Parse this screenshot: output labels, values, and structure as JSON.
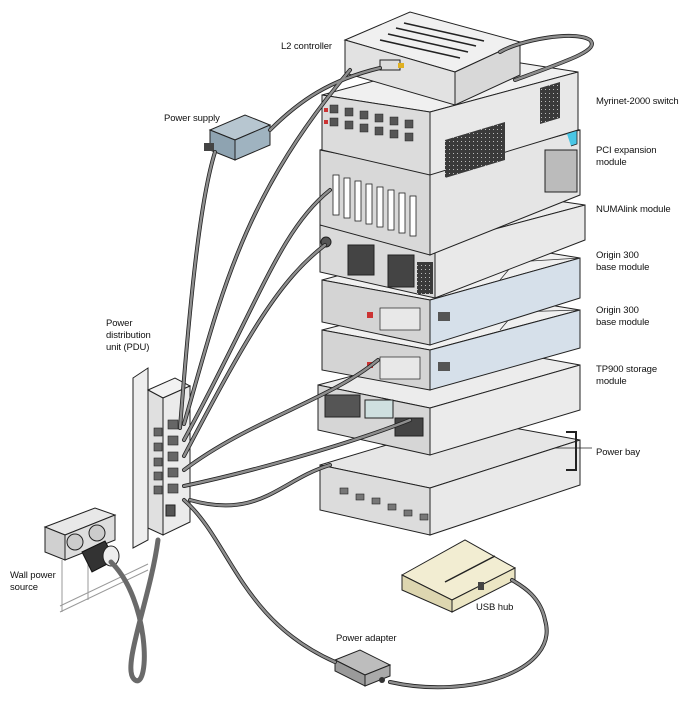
{
  "diagram": {
    "type": "hardware cabling illustration",
    "colors": {
      "chassis_light": "#eeeeee",
      "chassis_mid": "#cfcfcf",
      "chassis_dark": "#9a9a9a",
      "blue_panel": "#d6e0ea",
      "power_supply": "#9fb3c0",
      "usb_hub": "#ece6c4",
      "cable": "#8e8e8e",
      "accent_cyan": "#49c6e5",
      "accent_red": "#cc3333"
    }
  },
  "labels": {
    "l2_controller": "L2 controller",
    "power_supply": "Power supply",
    "myrinet_switch": "Myrinet-2000 switch",
    "pci_expansion": "PCI expansion\nmodule",
    "numalink": "NUMAlink module",
    "origin300_a": "Origin 300\nbase module",
    "origin300_b": "Origin 300\nbase module",
    "tp900": "TP900 storage\nmodule",
    "power_bay": "Power bay",
    "pdu": "Power\ndistribution\nunit (PDU)",
    "wall_power": "Wall power\nsource",
    "usb_hub": "USB hub",
    "power_adapter": "Power adapter"
  }
}
